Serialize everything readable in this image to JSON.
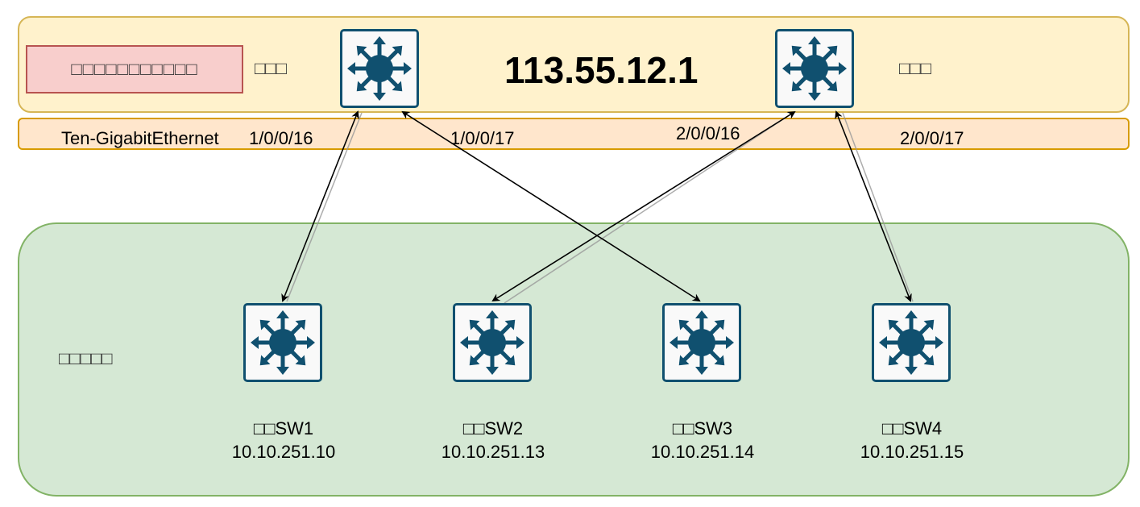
{
  "labels": {
    "red_box": "□□□□□□□□□□□",
    "core_left_label": "□□□",
    "core_right_label": "□□□",
    "core_ip": "113.55.12.1",
    "port_interface": "Ten-GigabitEthernet",
    "port_1": "1/0/0/16",
    "port_2": "1/0/0/17",
    "port_3": "2/0/0/16",
    "port_4": "2/0/0/17",
    "access_zone_label": "□□□□□"
  },
  "switches": [
    {
      "name": "□□SW1",
      "ip": "10.10.251.10"
    },
    {
      "name": "□□SW2",
      "ip": "10.10.251.13"
    },
    {
      "name": "□□SW3",
      "ip": "10.10.251.14"
    },
    {
      "name": "□□SW4",
      "ip": "10.10.251.15"
    }
  ],
  "colors": {
    "top_band": "#fff2cc",
    "port_band": "#ffe6cc",
    "access_zone": "#d5e8d4",
    "label_box": "#f8cecc",
    "switch_icon": "#10506f"
  },
  "icons": {
    "core_switch": "layer3-switch-icon",
    "access_switch": "layer3-switch-icon"
  }
}
